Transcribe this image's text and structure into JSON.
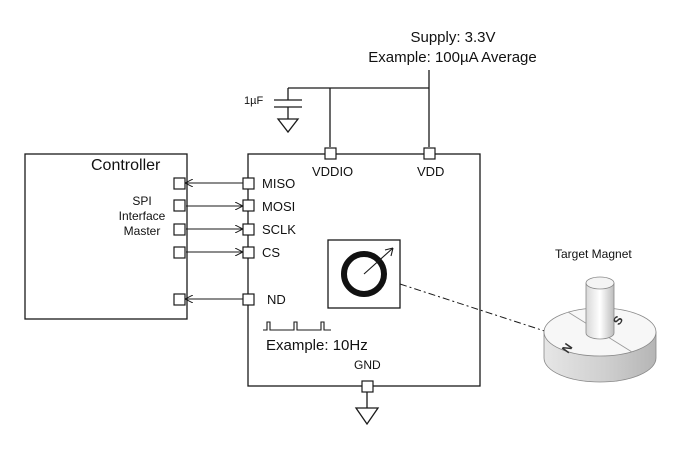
{
  "supply": {
    "line1": "Supply: 3.3V",
    "line2": "Example: 100µA Average"
  },
  "capacitor": {
    "label": "1µF"
  },
  "controller": {
    "title": "Controller",
    "spi_label": [
      "SPI",
      "Interface",
      "Master"
    ]
  },
  "sensor": {
    "pins_left": [
      "MISO",
      "MOSI",
      "SCLK",
      "CS",
      "ND"
    ],
    "pins_top": [
      "VDDIO",
      "VDD"
    ],
    "pin_bottom": "GND",
    "nd_example": "Example: 10Hz"
  },
  "magnet": {
    "title": "Target Magnet",
    "pole_south": "S",
    "pole_north": "N"
  },
  "colors": {
    "line": "#1a1a1a",
    "magnet_light": "#ffffff",
    "magnet_shade": "#cfcfcf"
  }
}
